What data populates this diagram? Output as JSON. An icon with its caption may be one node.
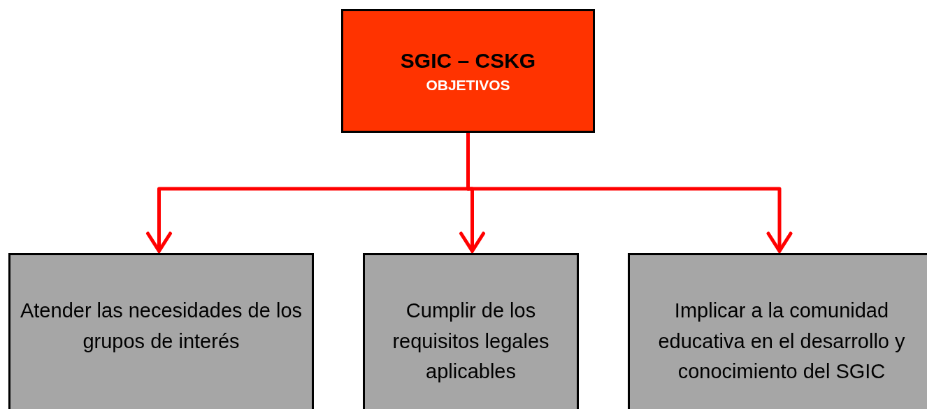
{
  "diagram": {
    "nodes": [
      {
        "text": [
          "SGIC – CSKG",
          "OBJETIVOS"
        ]
      },
      {
        "text": [
          "Atender las necesidades de los grupos de interés"
        ]
      },
      {
        "text": [
          "Cumplir de los requisitos legales aplicables"
        ]
      },
      {
        "text": [
          "Implicar a la comunidad educativa en el desarrollo y conocimiento del SGIC"
        ]
      }
    ],
    "edges": [
      {
        "from": 0,
        "to": 1,
        "arrow": "to"
      },
      {
        "from": 0,
        "to": 2,
        "arrow": "to"
      },
      {
        "from": 0,
        "to": 3,
        "arrow": "to"
      }
    ]
  }
}
